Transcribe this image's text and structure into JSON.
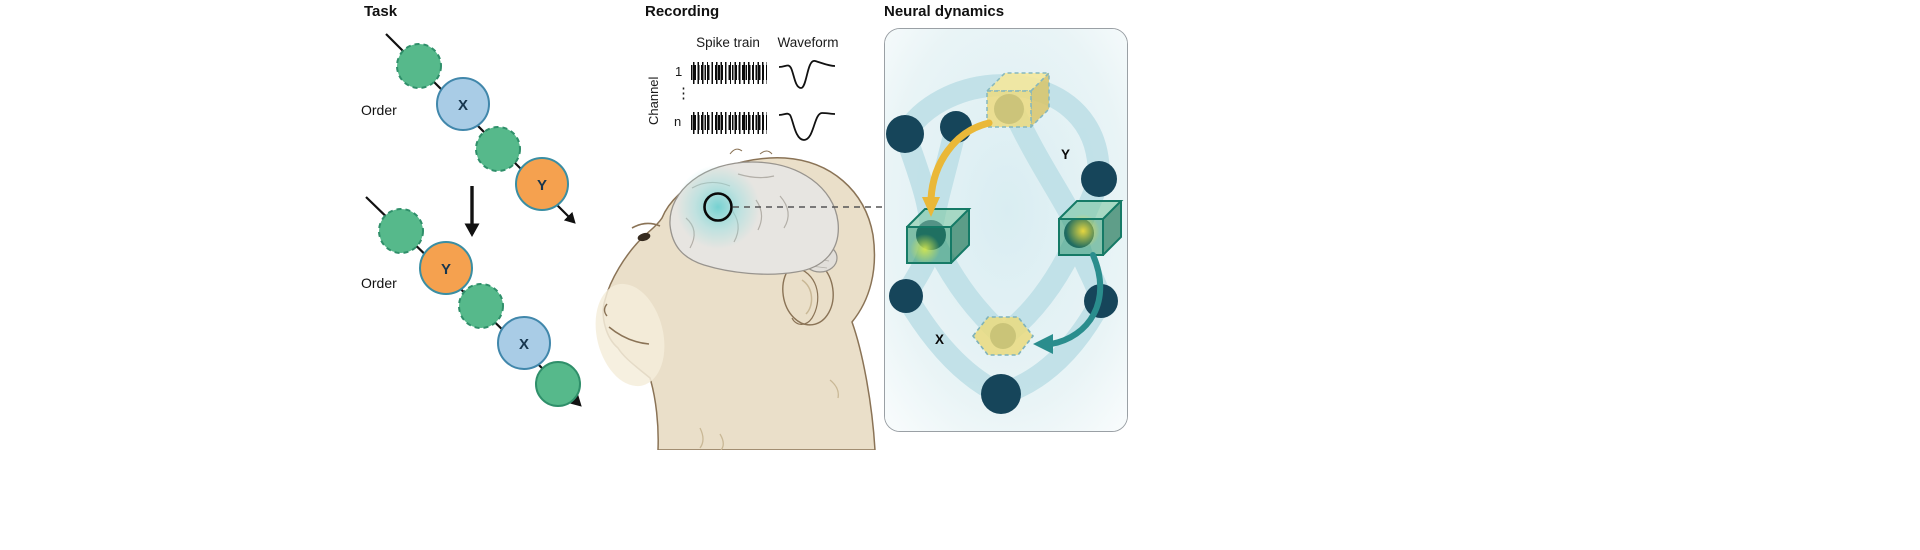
{
  "panels": {
    "task": {
      "title": "Task",
      "order_label": "Order",
      "x": "X",
      "y": "Y"
    },
    "recording": {
      "title": "Recording",
      "spike_train_header": "Spike train",
      "waveform_header": "Waveform",
      "channel_label": "Channel",
      "channel_first": "1",
      "channel_dots": "⋮",
      "channel_last": "n"
    },
    "neural": {
      "title": "Neural dynamics",
      "x_label": "X",
      "y_label": "Y"
    }
  },
  "colors": {
    "green_circle": "#56b98b",
    "blue_circle": "#a9cce6",
    "orange_circle": "#f5a14f",
    "node_dark": "#16455a",
    "ribbon": "#bfe0e7",
    "cube_yellow": "#e9d878",
    "cube_green": "#2f9468",
    "arrow_yellow": "#eab838",
    "arrow_teal": "#2a8d8d",
    "glow_teal": "#7fd0d6"
  }
}
